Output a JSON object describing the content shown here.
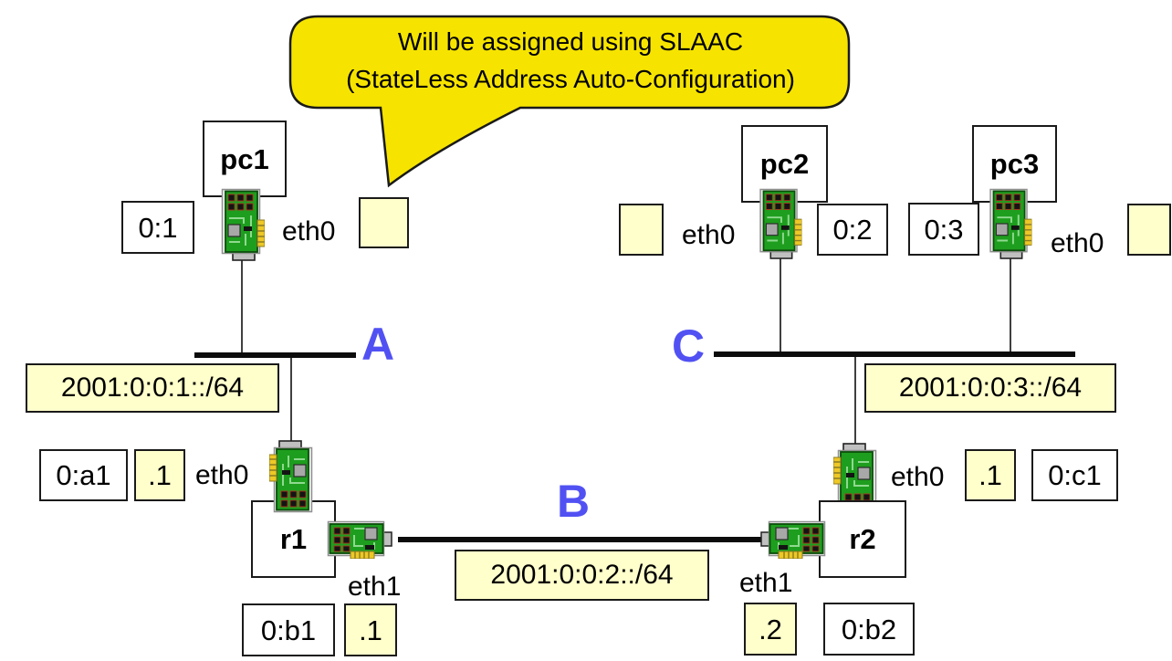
{
  "callout": {
    "line1": "Will be assigned using SLAAC",
    "line2": "(StateLess Address Auto-Configuration)"
  },
  "segments": {
    "A": {
      "label": "A",
      "prefix": "2001:0:0:1::/64"
    },
    "B": {
      "label": "B",
      "prefix": "2001:0:0:2::/64"
    },
    "C": {
      "label": "C",
      "prefix": "2001:0:0:3::/64"
    }
  },
  "hosts": {
    "pc1": {
      "name": "pc1",
      "iface": "eth0",
      "mac": "0:1"
    },
    "pc2": {
      "name": "pc2",
      "iface": "eth0",
      "mac": "0:2"
    },
    "pc3": {
      "name": "pc3",
      "iface": "eth0",
      "mac": "0:3"
    }
  },
  "routers": {
    "r1": {
      "name": "r1",
      "eth0": {
        "iface": "eth0",
        "mac": "0:a1",
        "hostpart": ".1"
      },
      "eth1": {
        "iface": "eth1",
        "mac": "0:b1",
        "hostpart": ".1"
      }
    },
    "r2": {
      "name": "r2",
      "eth0": {
        "iface": "eth0",
        "mac": "0:c1",
        "hostpart": ".1"
      },
      "eth1": {
        "iface": "eth1",
        "mac": "0:b2",
        "hostpart": ".2"
      }
    }
  },
  "colors": {
    "bubble_yellow": "#F6E400",
    "pale_yellow": "#FFFFCC",
    "segment_blue": "#5151F3",
    "nic_green": "#1E9E1E",
    "line_black": "#111111"
  }
}
